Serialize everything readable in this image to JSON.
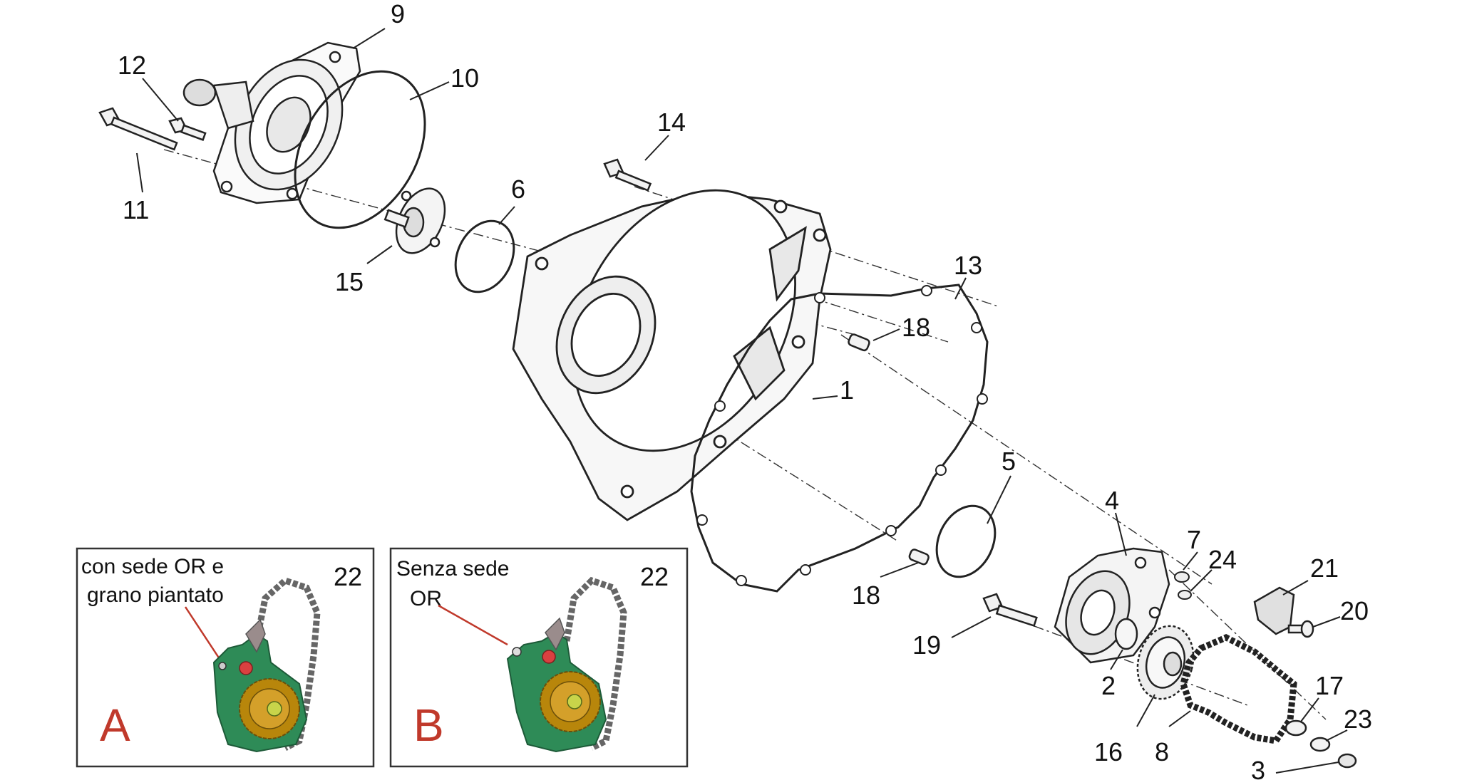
{
  "callouts": [
    {
      "id": "1",
      "label": "1"
    },
    {
      "id": "2",
      "label": "2"
    },
    {
      "id": "3",
      "label": "3"
    },
    {
      "id": "4",
      "label": "4"
    },
    {
      "id": "5",
      "label": "5"
    },
    {
      "id": "6",
      "label": "6"
    },
    {
      "id": "7",
      "label": "7"
    },
    {
      "id": "8",
      "label": "8"
    },
    {
      "id": "9",
      "label": "9"
    },
    {
      "id": "10",
      "label": "10"
    },
    {
      "id": "11",
      "label": "11"
    },
    {
      "id": "12",
      "label": "12"
    },
    {
      "id": "13",
      "label": "13"
    },
    {
      "id": "14",
      "label": "14"
    },
    {
      "id": "15",
      "label": "15"
    },
    {
      "id": "16",
      "label": "16"
    },
    {
      "id": "17",
      "label": "17"
    },
    {
      "id": "18a",
      "label": "18"
    },
    {
      "id": "18b",
      "label": "18"
    },
    {
      "id": "19",
      "label": "19"
    },
    {
      "id": "20",
      "label": "20"
    },
    {
      "id": "21",
      "label": "21"
    },
    {
      "id": "23",
      "label": "23"
    },
    {
      "id": "24",
      "label": "24"
    }
  ],
  "inset_a": {
    "line1": "con sede OR e",
    "line2": "grano piantato",
    "number": "22",
    "letter": "A"
  },
  "inset_b": {
    "line1": "Senza sede",
    "line2": "OR",
    "number": "22",
    "letter": "B"
  },
  "colors": {
    "line": "#222222",
    "accent_red": "#c0392b",
    "pump_green": "#2e8b57",
    "gear_gold": "#b8860b"
  }
}
